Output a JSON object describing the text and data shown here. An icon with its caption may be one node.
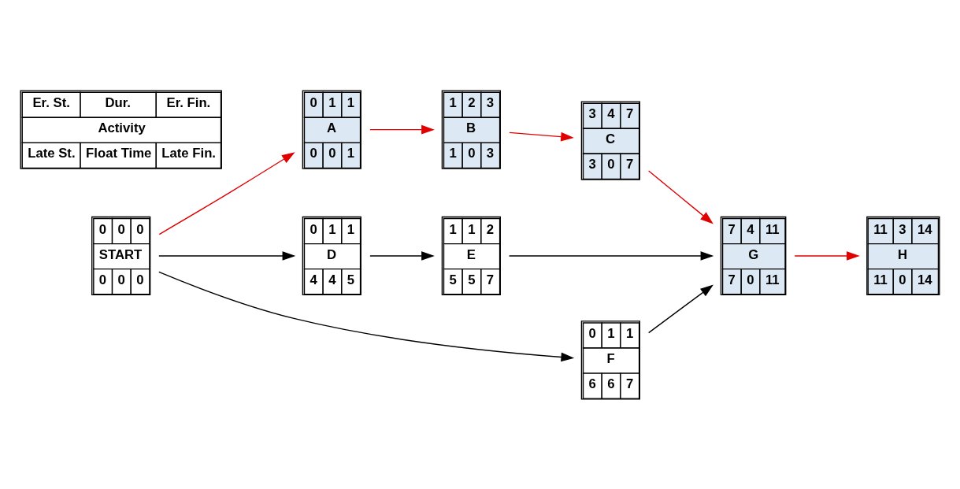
{
  "diagram": {
    "nodes": [
      {
        "text": [
          "Er. St.",
          "Dur.",
          "Er. Fin.",
          "Activity",
          "Late St.",
          "Float Time",
          "Late Fin."
        ]
      },
      {
        "text": [
          "0",
          "1",
          "1",
          "A",
          "0",
          "0",
          "1"
        ]
      },
      {
        "text": [
          "1",
          "2",
          "3",
          "B",
          "1",
          "0",
          "3"
        ]
      },
      {
        "text": [
          "3",
          "4",
          "7",
          "C",
          "3",
          "0",
          "7"
        ]
      },
      {
        "text": [
          "0",
          "0",
          "0",
          "START",
          "0",
          "0",
          "0"
        ]
      },
      {
        "text": [
          "0",
          "1",
          "1",
          "D",
          "4",
          "4",
          "5"
        ]
      },
      {
        "text": [
          "1",
          "1",
          "2",
          "E",
          "5",
          "5",
          "7"
        ]
      },
      {
        "text": [
          "7",
          "4",
          "11",
          "G",
          "7",
          "0",
          "11"
        ]
      },
      {
        "text": [
          "11",
          "3",
          "14",
          "H",
          "11",
          "0",
          "14"
        ]
      },
      {
        "text": [
          "0",
          "1",
          "1",
          "F",
          "6",
          "6",
          "7"
        ]
      }
    ],
    "edges": [
      {
        "from": 4,
        "to": 1,
        "arrow": "to",
        "color": "#e00000"
      },
      {
        "from": 1,
        "to": 2,
        "arrow": "to",
        "color": "#e00000"
      },
      {
        "from": 2,
        "to": 3,
        "arrow": "to",
        "color": "#e00000"
      },
      {
        "from": 3,
        "to": 7,
        "arrow": "to",
        "color": "#e00000"
      },
      {
        "from": 4,
        "to": 5,
        "arrow": "to",
        "color": "#000000"
      },
      {
        "from": 5,
        "to": 6,
        "arrow": "to",
        "color": "#000000"
      },
      {
        "from": 6,
        "to": 7,
        "arrow": "to",
        "color": "#000000"
      },
      {
        "from": 7,
        "to": 8,
        "arrow": "to",
        "color": "#e00000"
      },
      {
        "from": 4,
        "to": 9,
        "arrow": "to",
        "color": "#000000"
      },
      {
        "from": 9,
        "to": 7,
        "arrow": "to",
        "color": "#000000"
      }
    ]
  }
}
